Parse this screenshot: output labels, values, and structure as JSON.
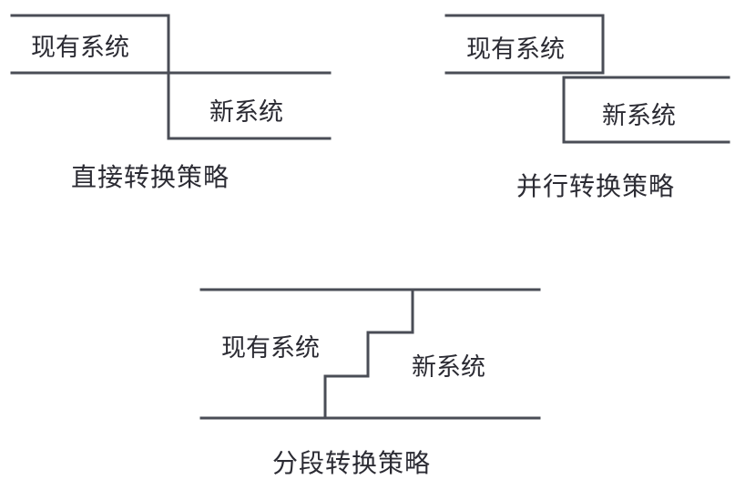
{
  "panels": {
    "direct": {
      "old_label": "现有系统",
      "new_label": "新系统",
      "caption": "直接转换策略"
    },
    "parallel": {
      "old_label": "现有系统",
      "new_label": "新系统",
      "caption": "并行转换策略"
    },
    "phased": {
      "old_label": "现有系统",
      "new_label": "新系统",
      "caption": "分段转换策略"
    }
  },
  "colors": {
    "line": "#4a4d56",
    "text": "#2b2b33",
    "background": "#ffffff"
  }
}
